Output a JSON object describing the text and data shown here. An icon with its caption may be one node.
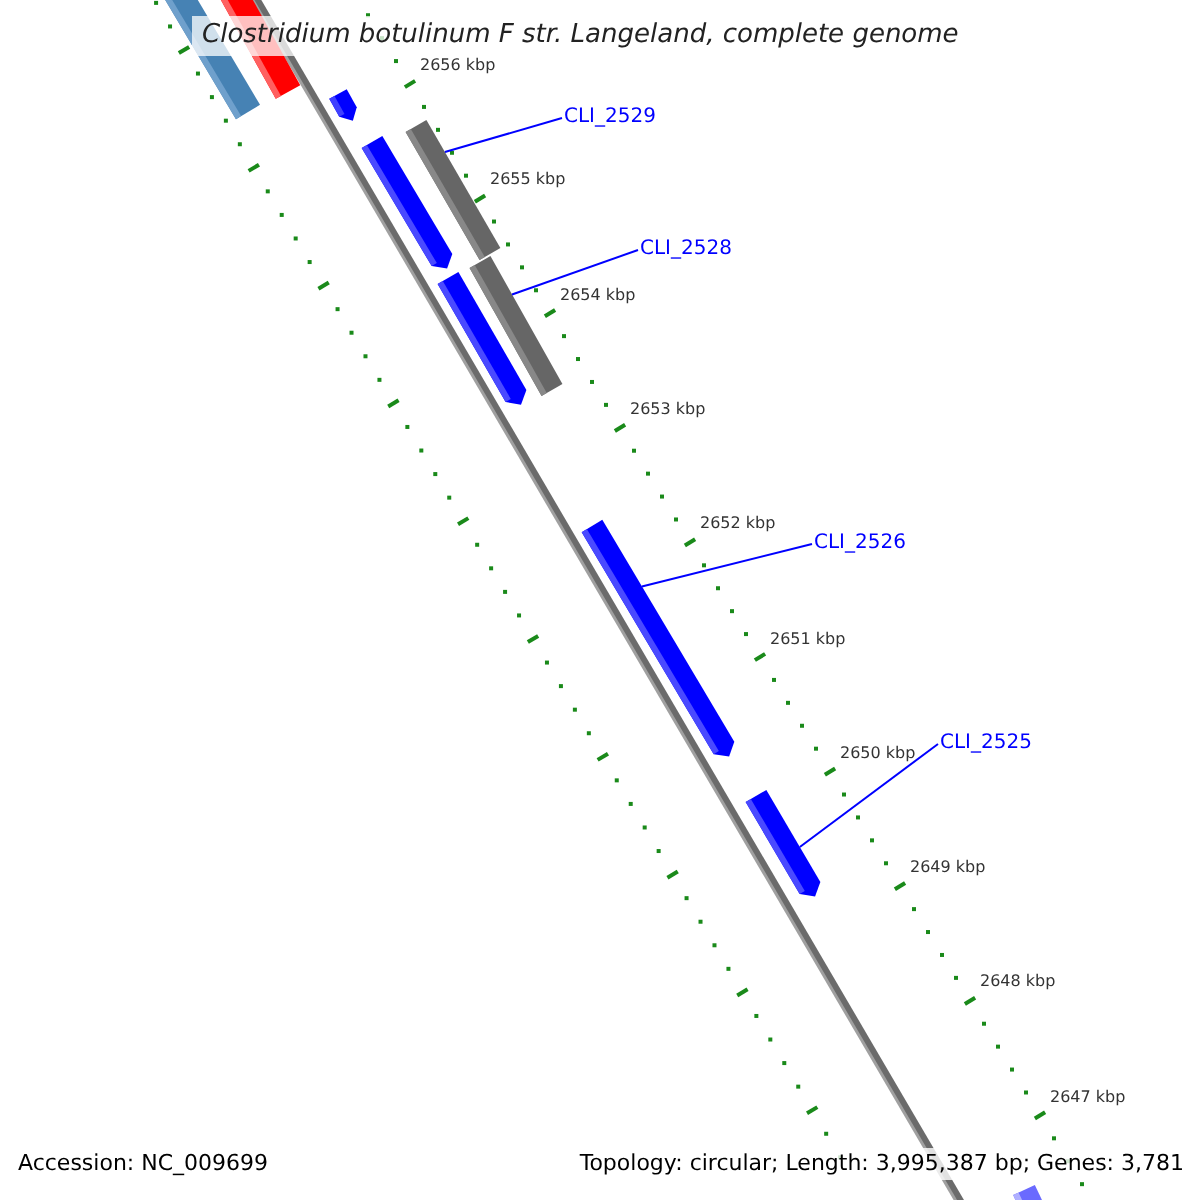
{
  "diagram": {
    "title": "Clostridium botulinum F str. Langeland, complete genome",
    "nodes": [
      {
        "text": [],
        "shape": "bar"
      },
      {
        "text": [],
        "shape": "bar"
      },
      {
        "text": [],
        "shape": "arrow"
      },
      {
        "text": [
          "CLI_2529"
        ]
      },
      {
        "text": [],
        "shape": "bar"
      },
      {
        "text": [],
        "shape": "arrow"
      },
      {
        "text": [
          "CLI_2528"
        ]
      },
      {
        "text": [],
        "shape": "bar"
      },
      {
        "text": [],
        "shape": "arrow"
      },
      {
        "text": [
          "CLI_2526"
        ]
      },
      {
        "text": [],
        "shape": "arrow"
      },
      {
        "text": [
          "CLI_2525"
        ]
      },
      {
        "text": [],
        "shape": "arrow"
      },
      {
        "text": [],
        "shape": "bar"
      }
    ],
    "edges": [
      {
        "from": 3,
        "to": 4,
        "arrow": "none"
      },
      {
        "from": 6,
        "to": 7,
        "arrow": "none"
      },
      {
        "from": 9,
        "to": 10,
        "arrow": "none"
      },
      {
        "from": 11,
        "to": 12,
        "arrow": "none"
      }
    ],
    "labels": [
      "2656 kbp",
      "2655 kbp",
      "2654 kbp",
      "2653 kbp",
      "2652 kbp",
      "2651 kbp",
      "2650 kbp",
      "2649 kbp",
      "2648 kbp",
      "2647 kbp",
      "Accession: NC_009699",
      "Topology: circular; Length: 3,995,387 bp; Genes: 3,781"
    ]
  }
}
